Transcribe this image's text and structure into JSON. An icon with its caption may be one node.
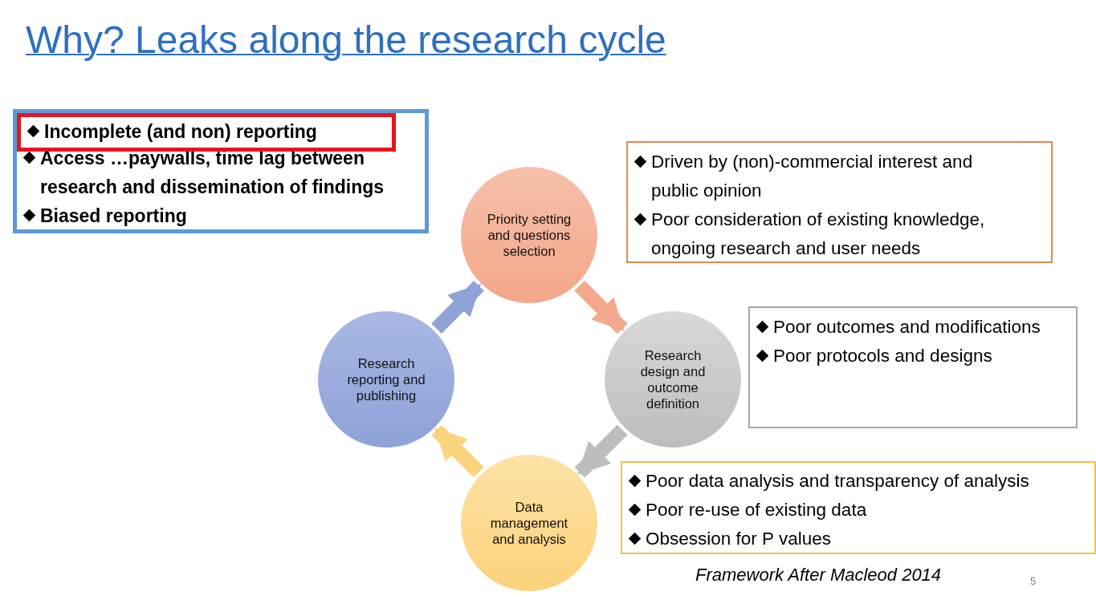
{
  "diagram": {
    "title": "Why? Leaks along the research cycle",
    "caption": "Framework After Macleod 2014",
    "nodes": [
      {
        "text": [
          "Access …paywalls, time lag between research and dissemination of findings",
          "Biased reporting"
        ]
      },
      {
        "text": [
          "Incomplete (and non) reporting"
        ],
        "in": 0
      },
      {
        "text": [
          "Priority setting and questions selection"
        ]
      },
      {
        "text": [
          "Driven by (non)-commercial interest and public opinion",
          "Poor consideration of existing knowledge, ongoing research and user needs"
        ]
      },
      {
        "text": [
          "Poor outcomes and modifications",
          "Poor protocols and designs"
        ]
      },
      {
        "text": [
          "Research reporting and publishing"
        ]
      },
      {
        "text": [
          "Research design and outcome definition"
        ]
      },
      {
        "text": [
          "Poor data analysis and transparency of analysis",
          "Poor re-use of existing data",
          "Obsession for P values"
        ]
      },
      {
        "text": [
          "Data management and analysis"
        ]
      }
    ],
    "edges": [
      {
        "from": 2,
        "to": 6,
        "arrow": "to",
        "color": "#f4a98f"
      },
      {
        "from": 6,
        "to": 8,
        "arrow": "to",
        "color": "#bdbdbd"
      },
      {
        "from": 8,
        "to": 5,
        "arrow": "to",
        "color": "#fcd47c"
      },
      {
        "from": 5,
        "to": 2,
        "arrow": "to",
        "color": "#8fa3d6"
      }
    ],
    "labels": [
      "5"
    ]
  }
}
